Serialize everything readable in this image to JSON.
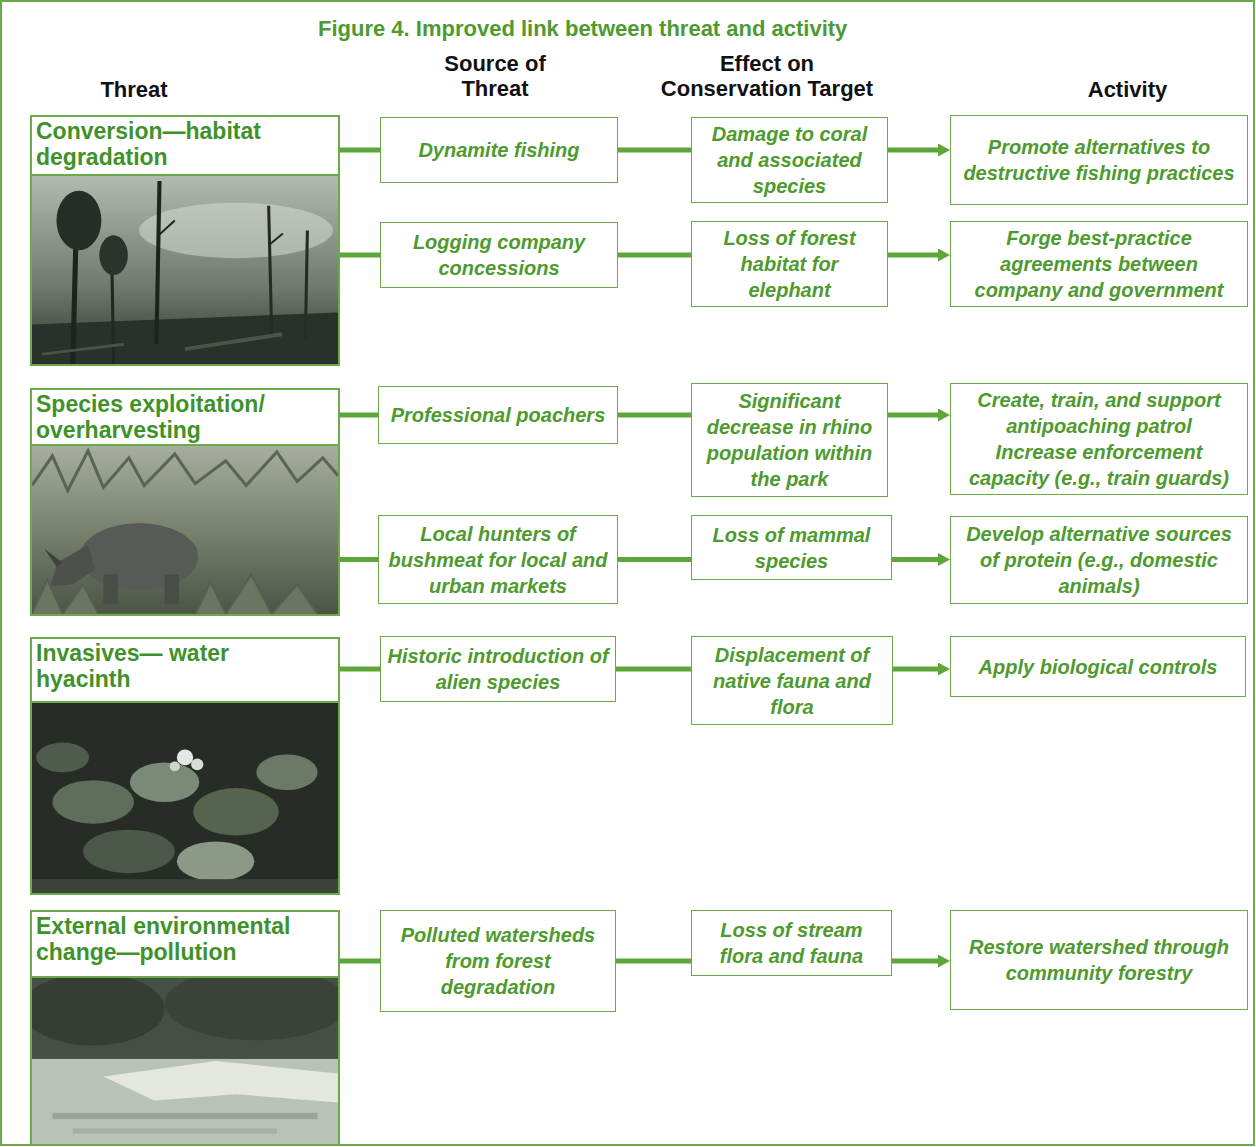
{
  "diagram": {
    "title": "Figure 4. Improved link between threat and activity",
    "nodes": [
      {
        "text": [
          "Conversion—habitat degradation"
        ]
      },
      {
        "text": [
          "Dynamite fishing"
        ]
      },
      {
        "text": [
          "Damage to coral and associated species"
        ]
      },
      {
        "text": [
          "Promote alternatives to destructive fishing practices"
        ]
      },
      {
        "text": [
          "Logging company concessions"
        ]
      },
      {
        "text": [
          "Loss of forest habitat for elephant"
        ]
      },
      {
        "text": [
          "Forge best-practice agreements between company and government"
        ]
      },
      {
        "text": [
          "Species exploitation/ overharvesting"
        ]
      },
      {
        "text": [
          "Professional poachers"
        ]
      },
      {
        "text": [
          "Significant decrease in rhino population within the park"
        ]
      },
      {
        "text": [
          "Create, train, and support antipoaching patrol",
          "Increase enforcement capacity (e.g., train guards)"
        ]
      },
      {
        "text": [
          "Local hunters of bushmeat for local and urban markets"
        ]
      },
      {
        "text": [
          "Loss of mammal species"
        ]
      },
      {
        "text": [
          "Develop alternative sources of protein (e.g., domestic animals)"
        ]
      },
      {
        "text": [
          "Invasives— water hyacinth"
        ]
      },
      {
        "text": [
          "Historic introduction of alien species"
        ]
      },
      {
        "text": [
          "Displacement of native fauna and flora"
        ]
      },
      {
        "text": [
          "Apply biological controls"
        ]
      },
      {
        "text": [
          "External environmental change—pollution"
        ]
      },
      {
        "text": [
          "Polluted watersheds from forest degradation"
        ]
      },
      {
        "text": [
          "Loss of stream flora and fauna"
        ]
      },
      {
        "text": [
          "Restore watershed through community forestry"
        ]
      }
    ],
    "edges": [
      {
        "from": 0,
        "to": 1,
        "arrow": "none"
      },
      {
        "from": 1,
        "to": 2,
        "arrow": "none"
      },
      {
        "from": 2,
        "to": 3,
        "arrow": "to"
      },
      {
        "from": 0,
        "to": 4,
        "arrow": "none"
      },
      {
        "from": 4,
        "to": 5,
        "arrow": "none"
      },
      {
        "from": 5,
        "to": 6,
        "arrow": "to"
      },
      {
        "from": 7,
        "to": 8,
        "arrow": "none"
      },
      {
        "from": 8,
        "to": 9,
        "arrow": "none"
      },
      {
        "from": 9,
        "to": 10,
        "arrow": "to"
      },
      {
        "from": 7,
        "to": 11,
        "arrow": "none"
      },
      {
        "from": 11,
        "to": 12,
        "arrow": "none"
      },
      {
        "from": 12,
        "to": 13,
        "arrow": "to"
      },
      {
        "from": 14,
        "to": 15,
        "arrow": "none"
      },
      {
        "from": 15,
        "to": 16,
        "arrow": "none"
      },
      {
        "from": 16,
        "to": 17,
        "arrow": "to"
      },
      {
        "from": 18,
        "to": 19,
        "arrow": "none"
      },
      {
        "from": 19,
        "to": 20,
        "arrow": "none"
      },
      {
        "from": 20,
        "to": 21,
        "arrow": "to"
      }
    ],
    "labels": [
      "Threat",
      "Source of Threat",
      "Effect on Conservation Target",
      "Activity"
    ]
  }
}
